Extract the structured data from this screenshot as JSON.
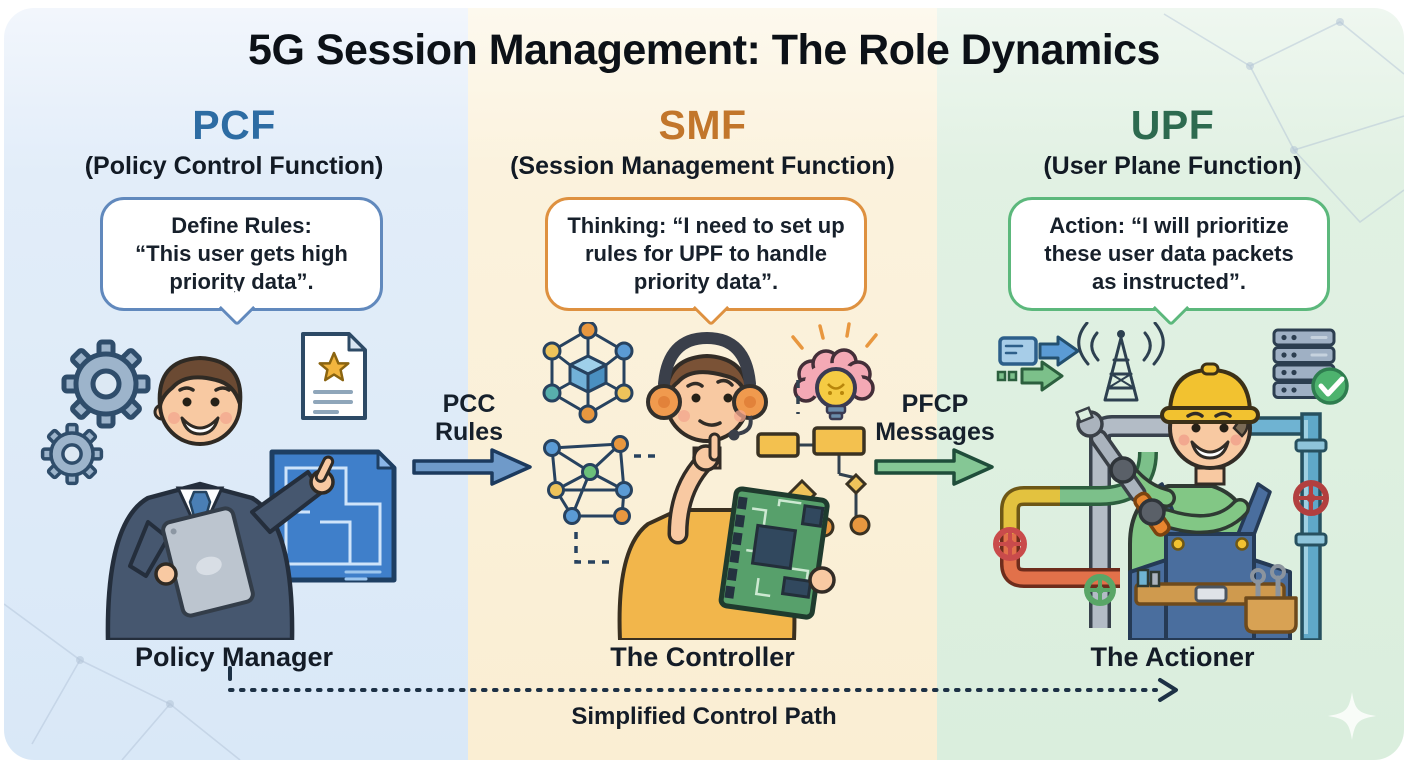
{
  "title": "5G Session Management: The Role Dynamics",
  "columns": [
    {
      "acronym": "PCF",
      "full_name": "(Policy Control Function)",
      "accent_color": "#2d6ca3",
      "column_color": "#d9e8f7",
      "bubble": {
        "lead": "Define Rules:",
        "text": "“This user gets high priority data”.",
        "border_color": "#6189bd"
      },
      "nickname": "Policy Manager",
      "icons": [
        "gear-icon",
        "document-star-icon",
        "blueprint-icon",
        "tablet-icon",
        "policy-manager-character"
      ]
    },
    {
      "acronym": "SMF",
      "full_name": "(Session Management Function)",
      "accent_color": "#c2762b",
      "column_color": "#faeed3",
      "bubble": {
        "lead": "Thinking:",
        "text": "“I need to set up rules for UPF to handle priority data”.",
        "border_color": "#de9140"
      },
      "nickname": "The Controller",
      "icons": [
        "network-cube-icon",
        "network-graph-icon",
        "headset-icon",
        "circuit-board-icon",
        "brain-lightbulb-icon",
        "flowchart-icon",
        "controller-character"
      ]
    },
    {
      "acronym": "UPF",
      "full_name": "(User Plane Function)",
      "accent_color": "#2d6a4f",
      "column_color": "#daeedd",
      "bubble": {
        "lead": "Action:",
        "text": "“I will prioritize these user data packets as instructed”.",
        "border_color": "#5cb87c"
      },
      "nickname": "The Actioner",
      "icons": [
        "data-packet-icon",
        "antenna-icon",
        "server-check-icon",
        "pipes-valves-icon",
        "wrench-icon",
        "actioner-character"
      ]
    }
  ],
  "arrows": [
    {
      "line1": "PCC",
      "line2": "Rules",
      "fill": "#6f9ac9",
      "stroke": "#1c3a5e"
    },
    {
      "line1": "PFCP",
      "line2": "Messages",
      "fill": "#85c795",
      "stroke": "#1f4d3a"
    }
  ],
  "control_path": {
    "label": "Simplified Control Path",
    "color": "#1d3145"
  }
}
